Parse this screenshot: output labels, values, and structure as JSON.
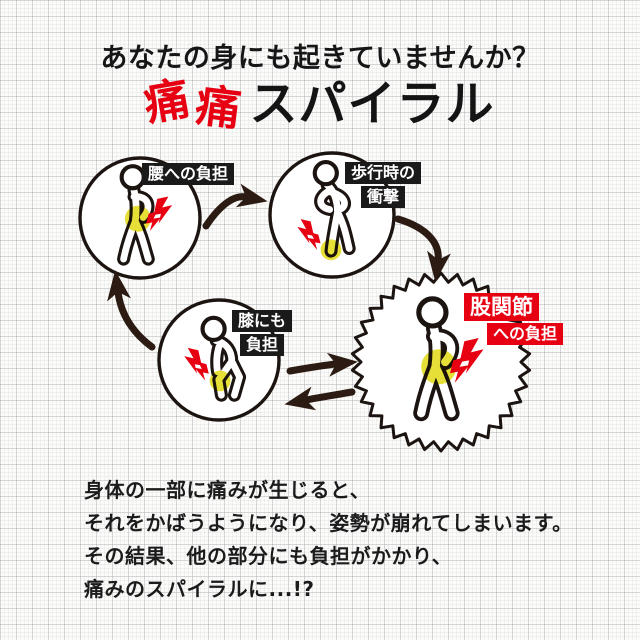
{
  "header": {
    "question": "あなたの身にも起きていませんか？",
    "title_red_1": "痛",
    "title_red_2": "痛",
    "title_black": "スパイラル"
  },
  "diagram": {
    "nodes": {
      "waist": {
        "label": "腰への負担"
      },
      "walk": {
        "line1": "歩行時の",
        "line2": "衝撃"
      },
      "knee": {
        "line1": "膝にも",
        "line2": "負担"
      },
      "hip": {
        "line1": "股関節",
        "line2": "への負担"
      }
    }
  },
  "caption": {
    "line1": "身体の一部に痛みが生じると、",
    "line2": "それをかばうようになり、姿勢が崩れてしまいます。",
    "line3": "その結果、他の部分にも負担がかかり、",
    "line4": "痛みのスパイラルに...!?"
  },
  "colors": {
    "accent_red": "#e60012",
    "pain_yellow": "#e5df38",
    "ink_black": "#1c1410",
    "arrow_brown": "#2b1b12",
    "label_black_bg": "#1a1a1a"
  }
}
